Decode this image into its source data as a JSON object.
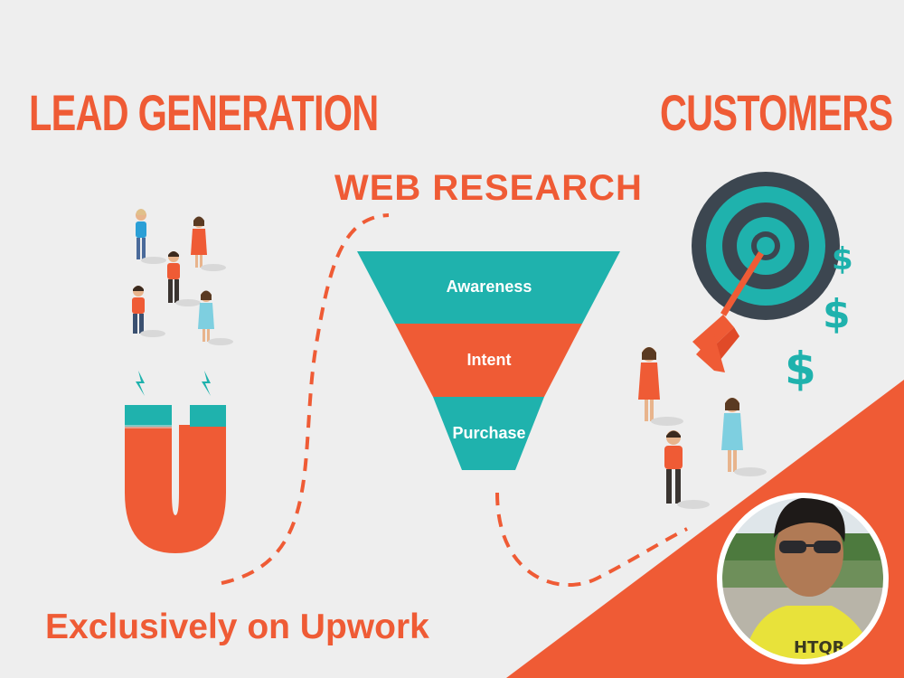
{
  "headings": {
    "lead_generation": "LEAD GENERATION",
    "customers": "CUSTOMERS",
    "web_research": "WEB RESEARCH"
  },
  "funnel": {
    "stages": [
      "Awareness",
      "Intent",
      "Purchase"
    ]
  },
  "footer": {
    "tagline": "Exclusively on Upwork"
  },
  "icons": [
    "people-icon",
    "magnet-icon",
    "funnel-icon",
    "target-icon",
    "arrow-icon",
    "dollar-icon",
    "profile-photo"
  ],
  "colors": {
    "accent_orange": "#ef5b35",
    "teal": "#1fb2ad",
    "dark_gray": "#3c4650",
    "background": "#eeeeee"
  }
}
